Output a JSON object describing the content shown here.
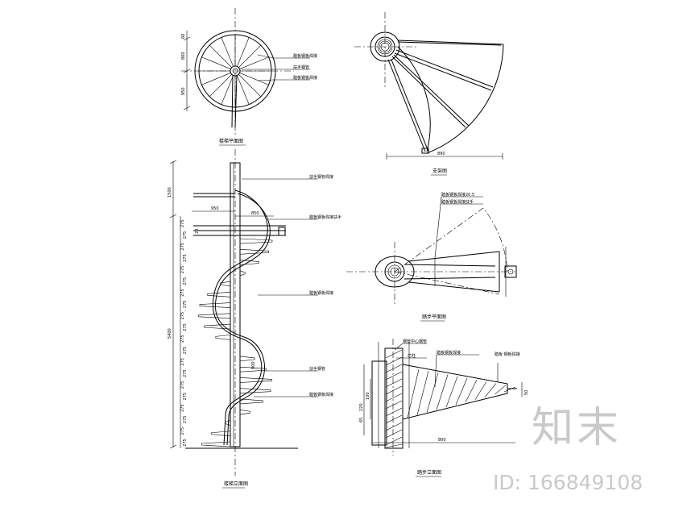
{
  "views": {
    "plan_title": "楼梯平面图",
    "elevation_title": "楼梯立面图",
    "support_plan_title": "支架图",
    "step_plan_title": "踏步平面图",
    "step_section_title": "踏步立面图"
  },
  "plan_callouts": [
    "踏板钢板焊接",
    "扶手钢管",
    "踏板钢板焊接"
  ],
  "plan_dims": {
    "top": "60",
    "mid": "800",
    "bottom": "950"
  },
  "support_dim": "890",
  "elevation_callouts": [
    "扶手钢管焊接",
    "踏板钢板焊接扶手",
    "踏板钢板焊接",
    "扶手钢管",
    "踏板钢板焊接"
  ],
  "elevation_dims": {
    "left_top": "1500",
    "left_total": "5400",
    "top_950": "950",
    "top_850": "850",
    "rise": "20",
    "mid_900": "900"
  },
  "step_plan_callouts": [
    "踏板钢板焊接20.5",
    "踏板钢板焊接扶手"
  ],
  "step_section_callouts": [
    "钢管中心钢管",
    "芯柱",
    "踏板钢板焊接",
    "踏板 钢板焊接"
  ],
  "step_section_dims": {
    "h220": "220",
    "h100": "100",
    "h65": "65",
    "len800": "800",
    "end": "50"
  },
  "riser_label": "275",
  "watermark": {
    "logo": "知末",
    "id": "ID: 166849108"
  }
}
